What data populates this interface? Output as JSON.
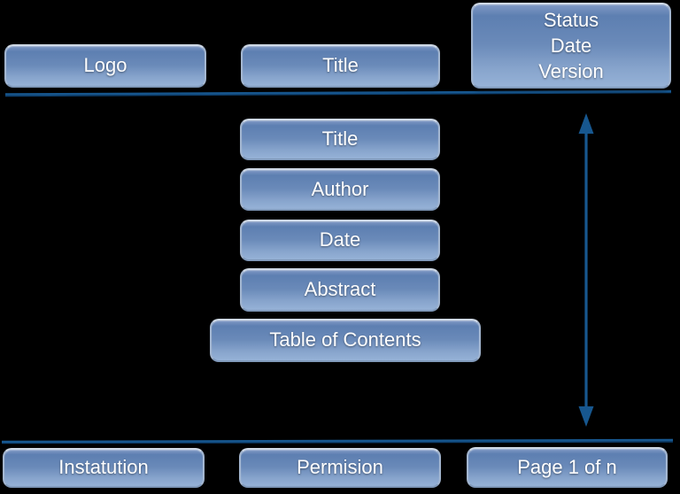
{
  "diagram_title": "document-page-layout-template",
  "colors": {
    "background": "#000000",
    "box_top": "#5d7fb1",
    "box_bottom": "#96b2d7",
    "box_border": "#cfd9e6",
    "connector": "#17578f",
    "label": "#ffffff"
  },
  "header": {
    "logo": "Logo",
    "title": "Title",
    "status_lines": [
      "Status",
      "Date",
      "Version"
    ]
  },
  "body": {
    "title": "Title",
    "author": "Author",
    "date": "Date",
    "abstract": "Abstract",
    "toc": "Table of Contents"
  },
  "footer": {
    "institution": "Instatution",
    "permission": "Permision",
    "page": "Page 1 of n"
  }
}
